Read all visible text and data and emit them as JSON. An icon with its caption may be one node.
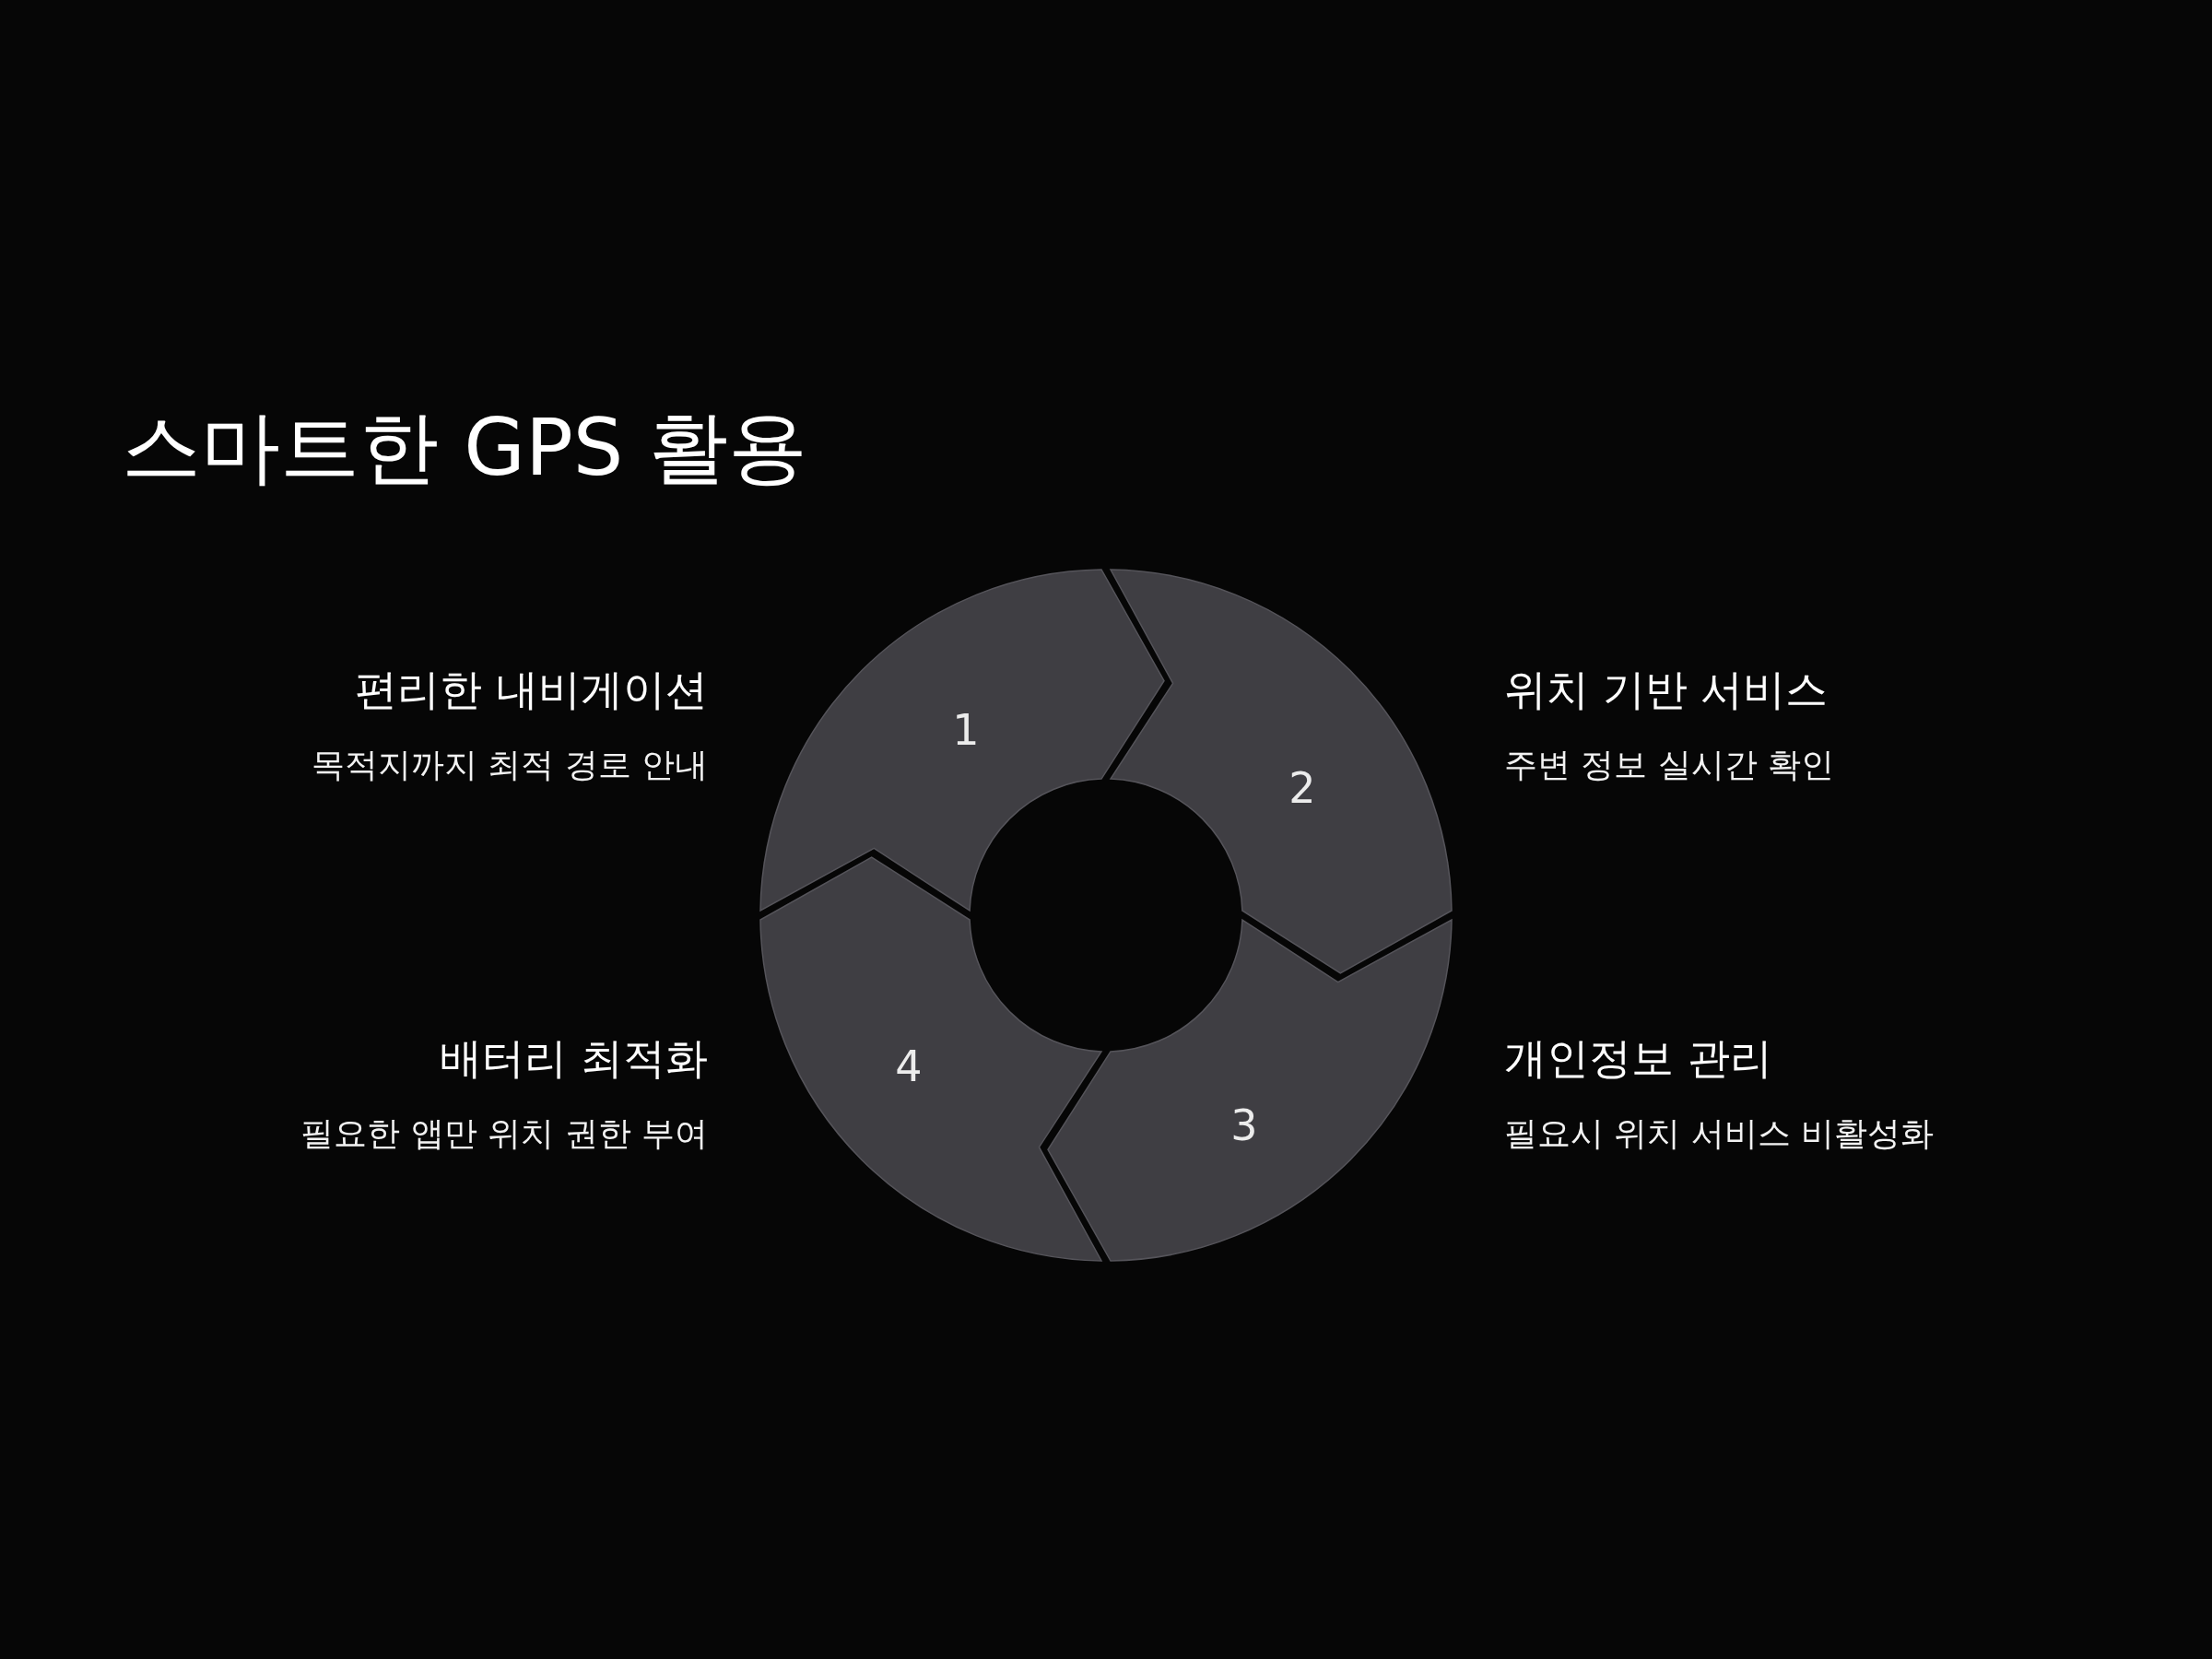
{
  "diagram": {
    "title": "스마트한 GPS 활용",
    "nodes": [
      {
        "text": [
          "1"
        ],
        "beside": [
          "편리한 내비게이션",
          "목적지까지 최적 경로 안내"
        ]
      },
      {
        "text": [
          "2"
        ],
        "beside": [
          "위치 기반 서비스",
          "주변 정보 실시간 확인"
        ]
      },
      {
        "text": [
          "3"
        ],
        "beside": [
          "개인정보 관리",
          "필요시 위치 서비스 비활성화"
        ]
      },
      {
        "text": [
          "4"
        ],
        "beside": [
          "배터리 최적화",
          "필요한 앱만 위치 권한 부여"
        ]
      }
    ]
  }
}
